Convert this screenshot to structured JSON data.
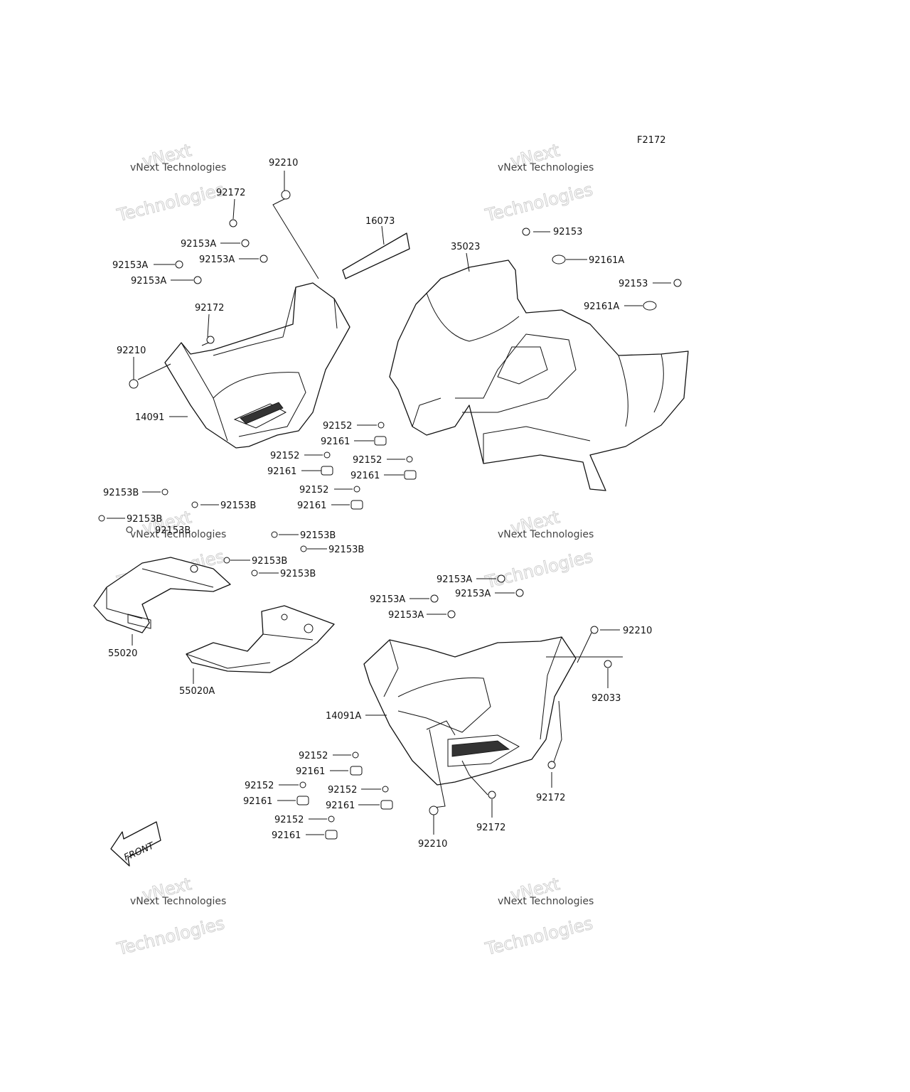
{
  "diagram": {
    "figure_code": "F2172",
    "watermark_line1": "vNext Technologies",
    "watermark_line2": "Technologies",
    "watermark_overlay": "vNext",
    "front_label": "FRONT",
    "labels": [
      {
        "id": "l1",
        "text": "92210"
      },
      {
        "id": "l2",
        "text": "92172"
      },
      {
        "id": "l3",
        "text": "92153A"
      },
      {
        "id": "l4",
        "text": "92153A"
      },
      {
        "id": "l5",
        "text": "92153A"
      },
      {
        "id": "l6",
        "text": "92153A"
      },
      {
        "id": "l7",
        "text": "92172"
      },
      {
        "id": "l8",
        "text": "92210"
      },
      {
        "id": "l9",
        "text": "14091"
      },
      {
        "id": "l10",
        "text": "16073"
      },
      {
        "id": "l11",
        "text": "35023"
      },
      {
        "id": "l12",
        "text": "92153"
      },
      {
        "id": "l13",
        "text": "92161A"
      },
      {
        "id": "l14",
        "text": "92153"
      },
      {
        "id": "l15",
        "text": "92161A"
      },
      {
        "id": "l16",
        "text": "92152"
      },
      {
        "id": "l17",
        "text": "92161"
      },
      {
        "id": "l18",
        "text": "92152"
      },
      {
        "id": "l19",
        "text": "92161"
      },
      {
        "id": "l20",
        "text": "92152"
      },
      {
        "id": "l21",
        "text": "92161"
      },
      {
        "id": "l22",
        "text": "92152"
      },
      {
        "id": "l23",
        "text": "92161"
      },
      {
        "id": "l24",
        "text": "92153B"
      },
      {
        "id": "l25",
        "text": "92153B"
      },
      {
        "id": "l26",
        "text": "92153B"
      },
      {
        "id": "l27",
        "text": "92153B"
      },
      {
        "id": "l28",
        "text": "92153B"
      },
      {
        "id": "l29",
        "text": "92153B"
      },
      {
        "id": "l30",
        "text": "92153B"
      },
      {
        "id": "l31",
        "text": "92153B"
      },
      {
        "id": "l32",
        "text": "55020"
      },
      {
        "id": "l33",
        "text": "55020A"
      },
      {
        "id": "l34",
        "text": "92153A"
      },
      {
        "id": "l35",
        "text": "92153A"
      },
      {
        "id": "l36",
        "text": "92153A"
      },
      {
        "id": "l37",
        "text": "92153A"
      },
      {
        "id": "l38",
        "text": "92210"
      },
      {
        "id": "l39",
        "text": "92033"
      },
      {
        "id": "l40",
        "text": "14091A"
      },
      {
        "id": "l41",
        "text": "92152"
      },
      {
        "id": "l42",
        "text": "92161"
      },
      {
        "id": "l43",
        "text": "92152"
      },
      {
        "id": "l44",
        "text": "92161"
      },
      {
        "id": "l45",
        "text": "92152"
      },
      {
        "id": "l46",
        "text": "92161"
      },
      {
        "id": "l47",
        "text": "92152"
      },
      {
        "id": "l48",
        "text": "92161"
      },
      {
        "id": "l49",
        "text": "92172"
      },
      {
        "id": "l50",
        "text": "92172"
      },
      {
        "id": "l51",
        "text": "92210"
      }
    ]
  }
}
